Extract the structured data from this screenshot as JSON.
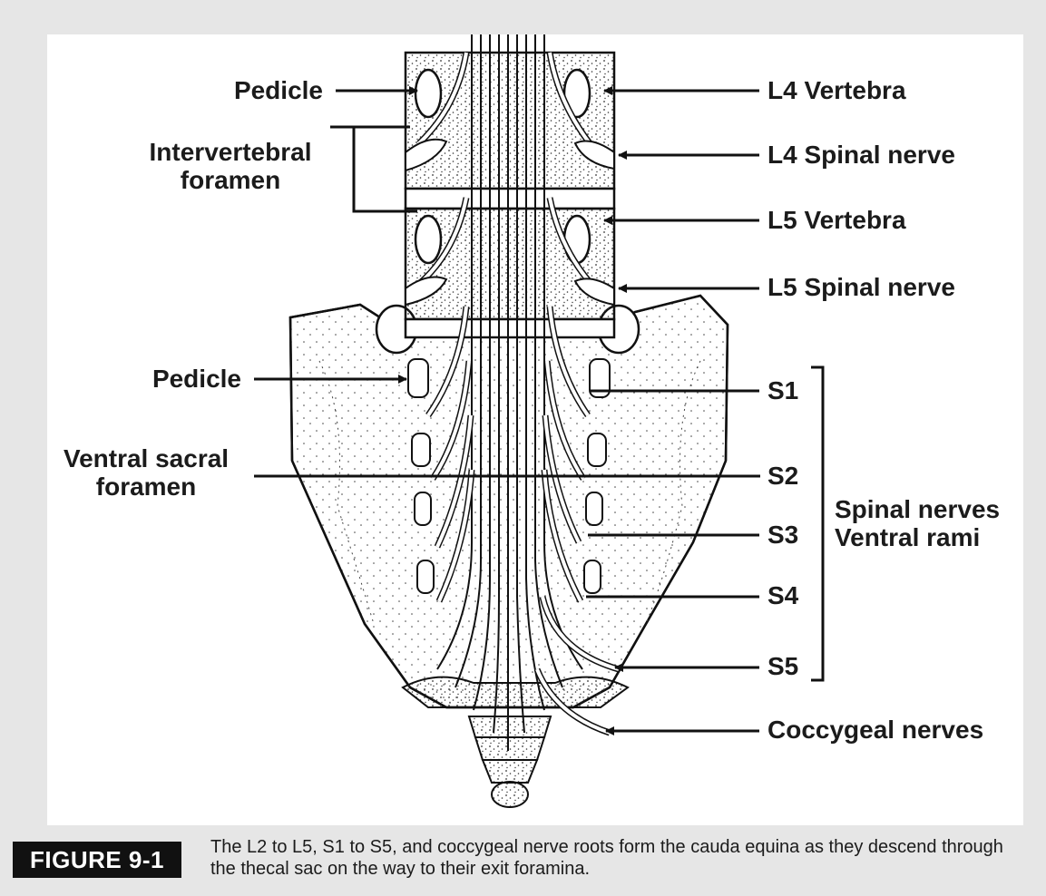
{
  "labels": {
    "pedicle_upper": "Pedicle",
    "intervertebral_foramen": "Intervertebral foramen",
    "pedicle_lower": "Pedicle",
    "ventral_sacral_foramen": "Ventral sacral foramen",
    "l4_vertebra": "L4 Vertebra",
    "l4_spinal_nerve": "L4 Spinal nerve",
    "l5_vertebra": "L5 Vertebra",
    "l5_spinal_nerve": "L5 Spinal nerve",
    "s1": "S1",
    "s2": "S2",
    "s3": "S3",
    "s4": "S4",
    "s5": "S5",
    "spinal_nerves_ventral_rami": "Spinal nerves Ventral rami",
    "coccygeal_nerves": "Coccygeal nerves"
  },
  "caption": {
    "tag": "FIGURE 9-1",
    "text": "The L2 to L5, S1 to S5, and coccygeal nerve roots form the cauda equina as they descend through the thecal sac on the way to their exit foramina."
  }
}
